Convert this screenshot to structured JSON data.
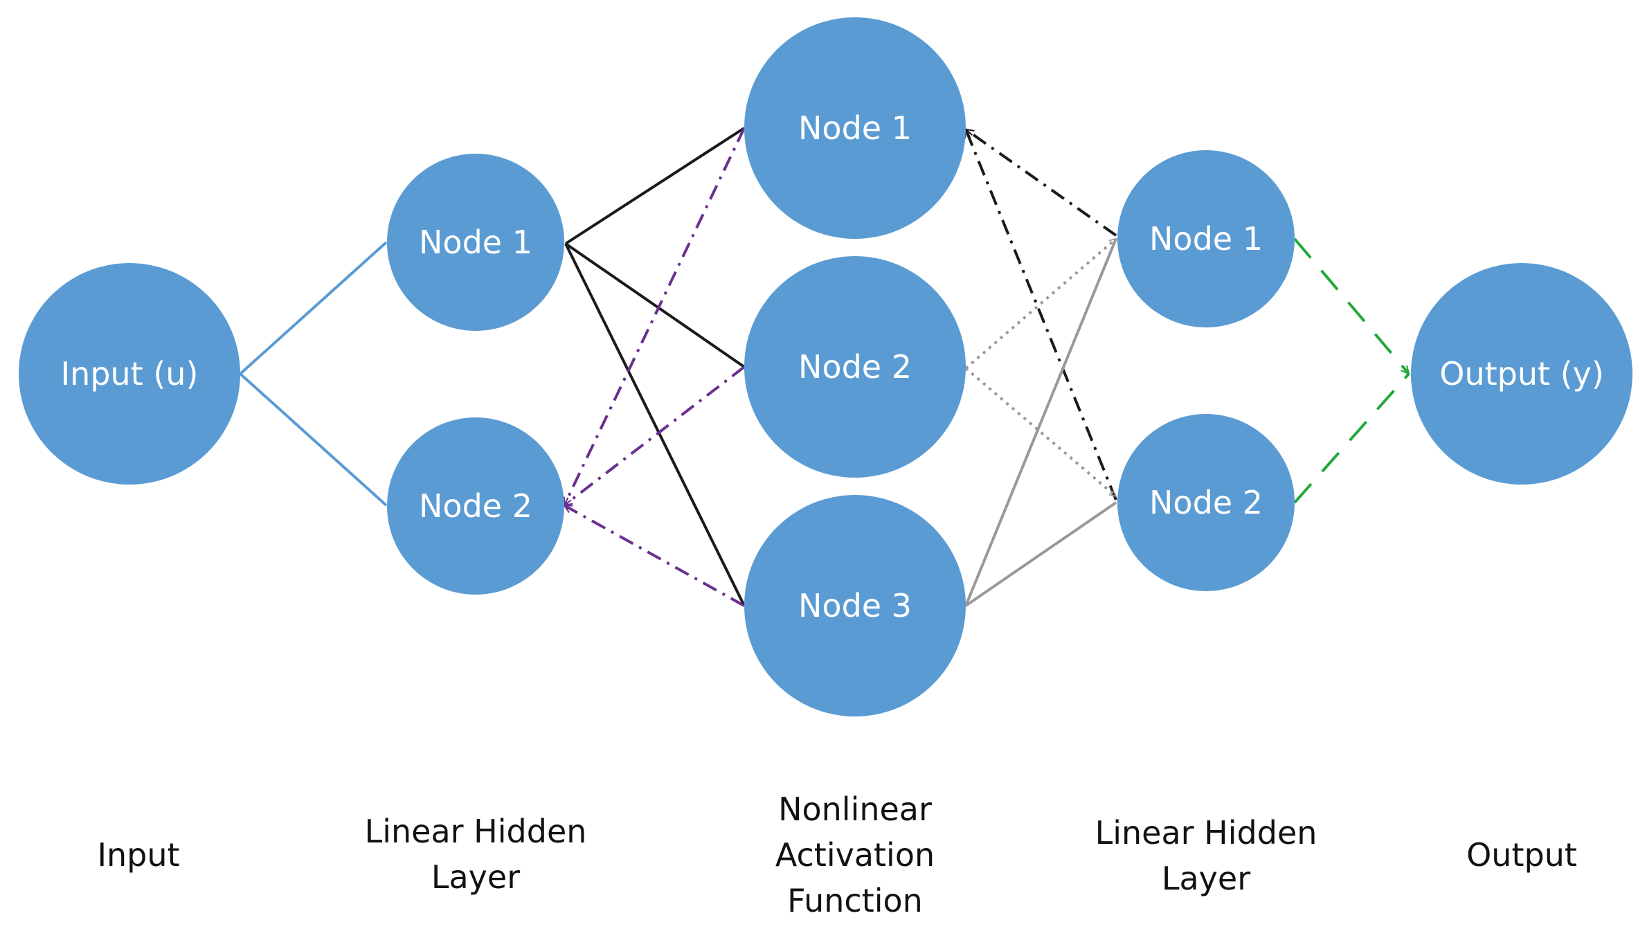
{
  "nodes": {
    "input": "Input (u)",
    "h1_node1": "Node 1",
    "h1_node2": "Node 2",
    "act_node1": "Node 1",
    "act_node2": "Node 2",
    "act_node3": "Node 3",
    "h2_node1": "Node 1",
    "h2_node2": "Node 2",
    "output": "Output (y)"
  },
  "labels": {
    "input": [
      "Input"
    ],
    "hidden1": [
      "Linear Hidden",
      "Layer"
    ],
    "activation": [
      "Nonlinear",
      "Activation",
      "Function"
    ],
    "hidden2": [
      "Linear Hidden",
      "Layer"
    ],
    "output": [
      "Output"
    ]
  },
  "colors": {
    "node_fill": "#5b9bd3",
    "input_edges": "#5b9bd3",
    "hidden1_to_activation": "#1a1a1a",
    "activation_to_hidden1_feedback": "#6a2f8f",
    "activation_to_hidden2_dashdot": "#1a1a1a",
    "activation_to_hidden2_dotted": "#999999",
    "activation_to_hidden2_solid": "#999999",
    "hidden2_to_output": "#22a83a"
  }
}
